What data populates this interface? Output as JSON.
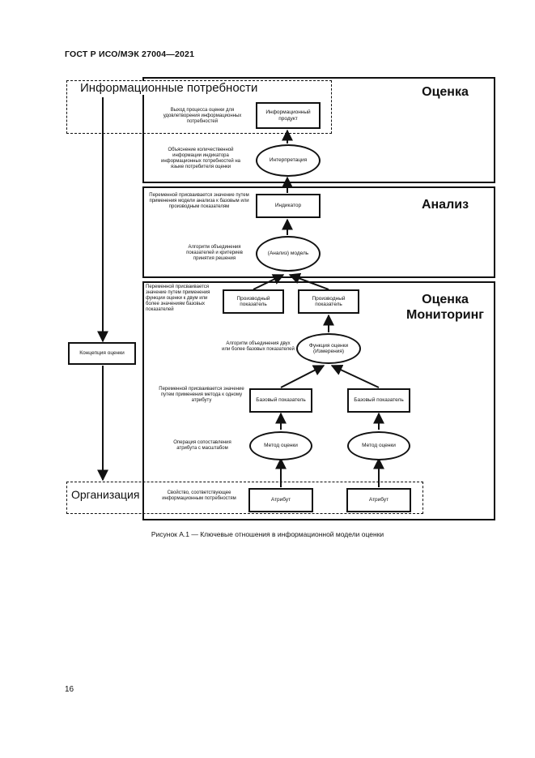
{
  "header": {
    "standard": "ГОСТ Р ИСО/МЭК 27004—2021"
  },
  "sections": {
    "ocenka": "Оценка",
    "analiz": "Анализ",
    "ocenka_monitoring_line1": "Оценка",
    "ocenka_monitoring_line2": "Мониторинг"
  },
  "regions": {
    "info_needs": "Информационные потребности",
    "organization": "Организация"
  },
  "boxes": {
    "info_product": "Информационный продукт",
    "indicator": "Индикатор",
    "derived_1": "Производный показатель",
    "derived_2": "Производный показатель",
    "base_1": "Базовый показатель",
    "base_2": "Базовый показатель",
    "attribute_1": "Атрибут",
    "attribute_2": "Атрибут",
    "assessment_concept": "Концепция оценки"
  },
  "ellipses": {
    "interpretation": "Интерпретация",
    "analysis_model": "(Анализ) модель",
    "assessment_function": "Функция оценки (Измерения)",
    "method_1": "Метод оценки",
    "method_2": "Метод оценки"
  },
  "notes": {
    "process_output": "Выход процесса оценки для удовлетворения информационных потребностей",
    "interpretation_expl": "Объяснение количественной информации индикатора информационных потребностей на языке потребителя оценки",
    "indicator_var": "Переменной присваивается значение путем применения модели анализа к базовым или производным показателям",
    "analysis_algorithm": "Алгоритм объединения показателей и критериев принятия решения",
    "derived_var": "Переменной присваивается значение путем применения функции оценки к двум или более значениям базовых показателей",
    "combine_algorithm": "Алгоритм объединения двух или более базовых показателей",
    "base_var": "Переменной присваивается значение путем применения метода к одному атрибуту",
    "operation": "Операция сопоставления атрибута с масштабом",
    "property": "Свойство, соответствующее информационным потребностям"
  },
  "caption": "Рисунок А.1 — Ключевые отношения в информационной модели оценки",
  "page_number": "16"
}
